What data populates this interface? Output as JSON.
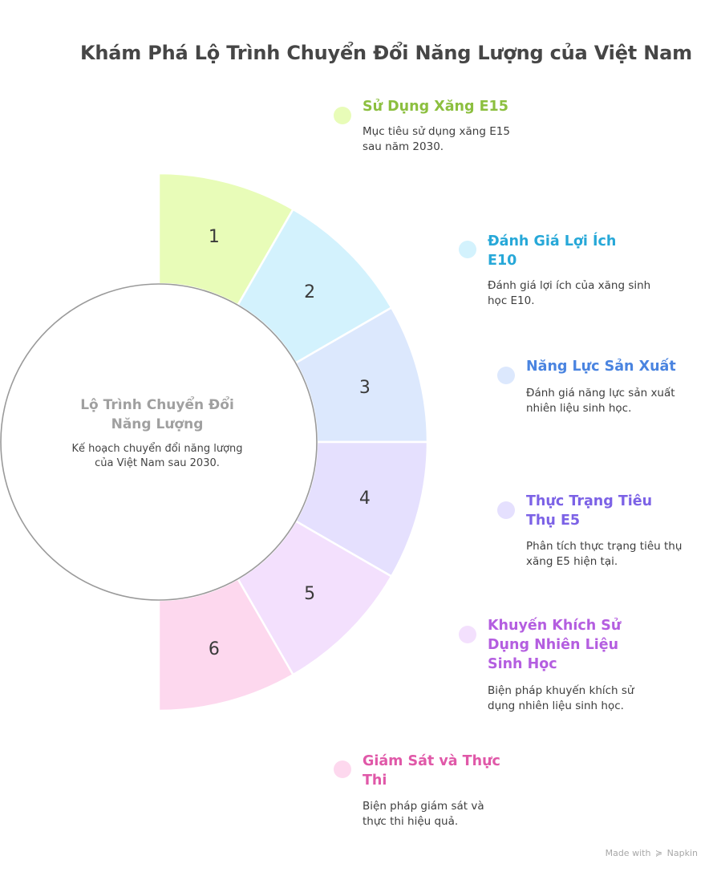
{
  "title": "Khám Phá Lộ Trình Chuyển Đổi Năng Lượng của Việt Nam",
  "center": {
    "title": "Lộ Trình Chuyển Đổi Năng Lượng",
    "description": "Kế hoạch chuyển đổi năng lượng của Việt Nam sau 2030."
  },
  "segments": [
    {
      "number": "1",
      "fill": "#e8fcb8",
      "heading": "Sử Dụng Xăng E15",
      "heading_color": "#8cbf3f",
      "description": "Mục tiêu sử dụng xăng E15 sau năm 2030."
    },
    {
      "number": "2",
      "fill": "#d3f2fd",
      "heading": "Đánh Giá Lợi Ích E10",
      "heading_color": "#27a8d8",
      "description": "Đánh giá lợi ích của xăng sinh học E10."
    },
    {
      "number": "3",
      "fill": "#dce8fd",
      "heading": "Năng Lực Sản Xuất",
      "heading_color": "#4a84e0",
      "description": "Đánh giá năng lực sản xuất nhiên liệu sinh học."
    },
    {
      "number": "4",
      "fill": "#e5e0fe",
      "heading": "Thực Trạng Tiêu Thụ E5",
      "heading_color": "#7c62e6",
      "description": "Phân tích thực trạng tiêu thụ xăng E5 hiện tại."
    },
    {
      "number": "5",
      "fill": "#f3e0fd",
      "heading": "Khuyến Khích Sử Dụng Nhiên Liệu Sinh Học",
      "heading_color": "#b45ee0",
      "description": "Biện pháp khuyến khích sử dụng nhiên liệu sinh học."
    },
    {
      "number": "6",
      "fill": "#fdd8ee",
      "heading": "Giám Sát và Thực Thi",
      "heading_color": "#e058a8",
      "description": "Biện pháp giám sát và thực thi hiệu quả."
    }
  ],
  "footer": {
    "made_with": "Made with",
    "brand": "Napkin",
    "logo_icon": "napkin-logo-icon"
  }
}
